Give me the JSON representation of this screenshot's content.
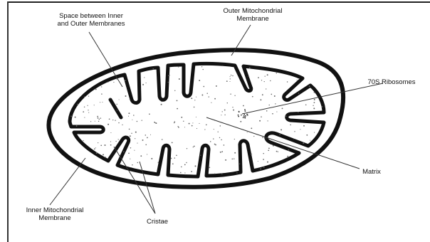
{
  "title": "",
  "labels": {
    "space_between": [
      "Space between Inner",
      "and Outer Membranes"
    ],
    "outer_membrane": [
      "Outer Mitochondrial",
      "Membrane"
    ],
    "ribosomes": [
      "70S Ribosomes"
    ],
    "matrix": [
      "Matrix"
    ],
    "inner_membrane": [
      "Inner Mitochondrial",
      "Membrane"
    ],
    "cristae": [
      "Cristae"
    ]
  },
  "colors": {
    "outline": "#111111",
    "background": "#ffffff",
    "dots": "#666666"
  }
}
